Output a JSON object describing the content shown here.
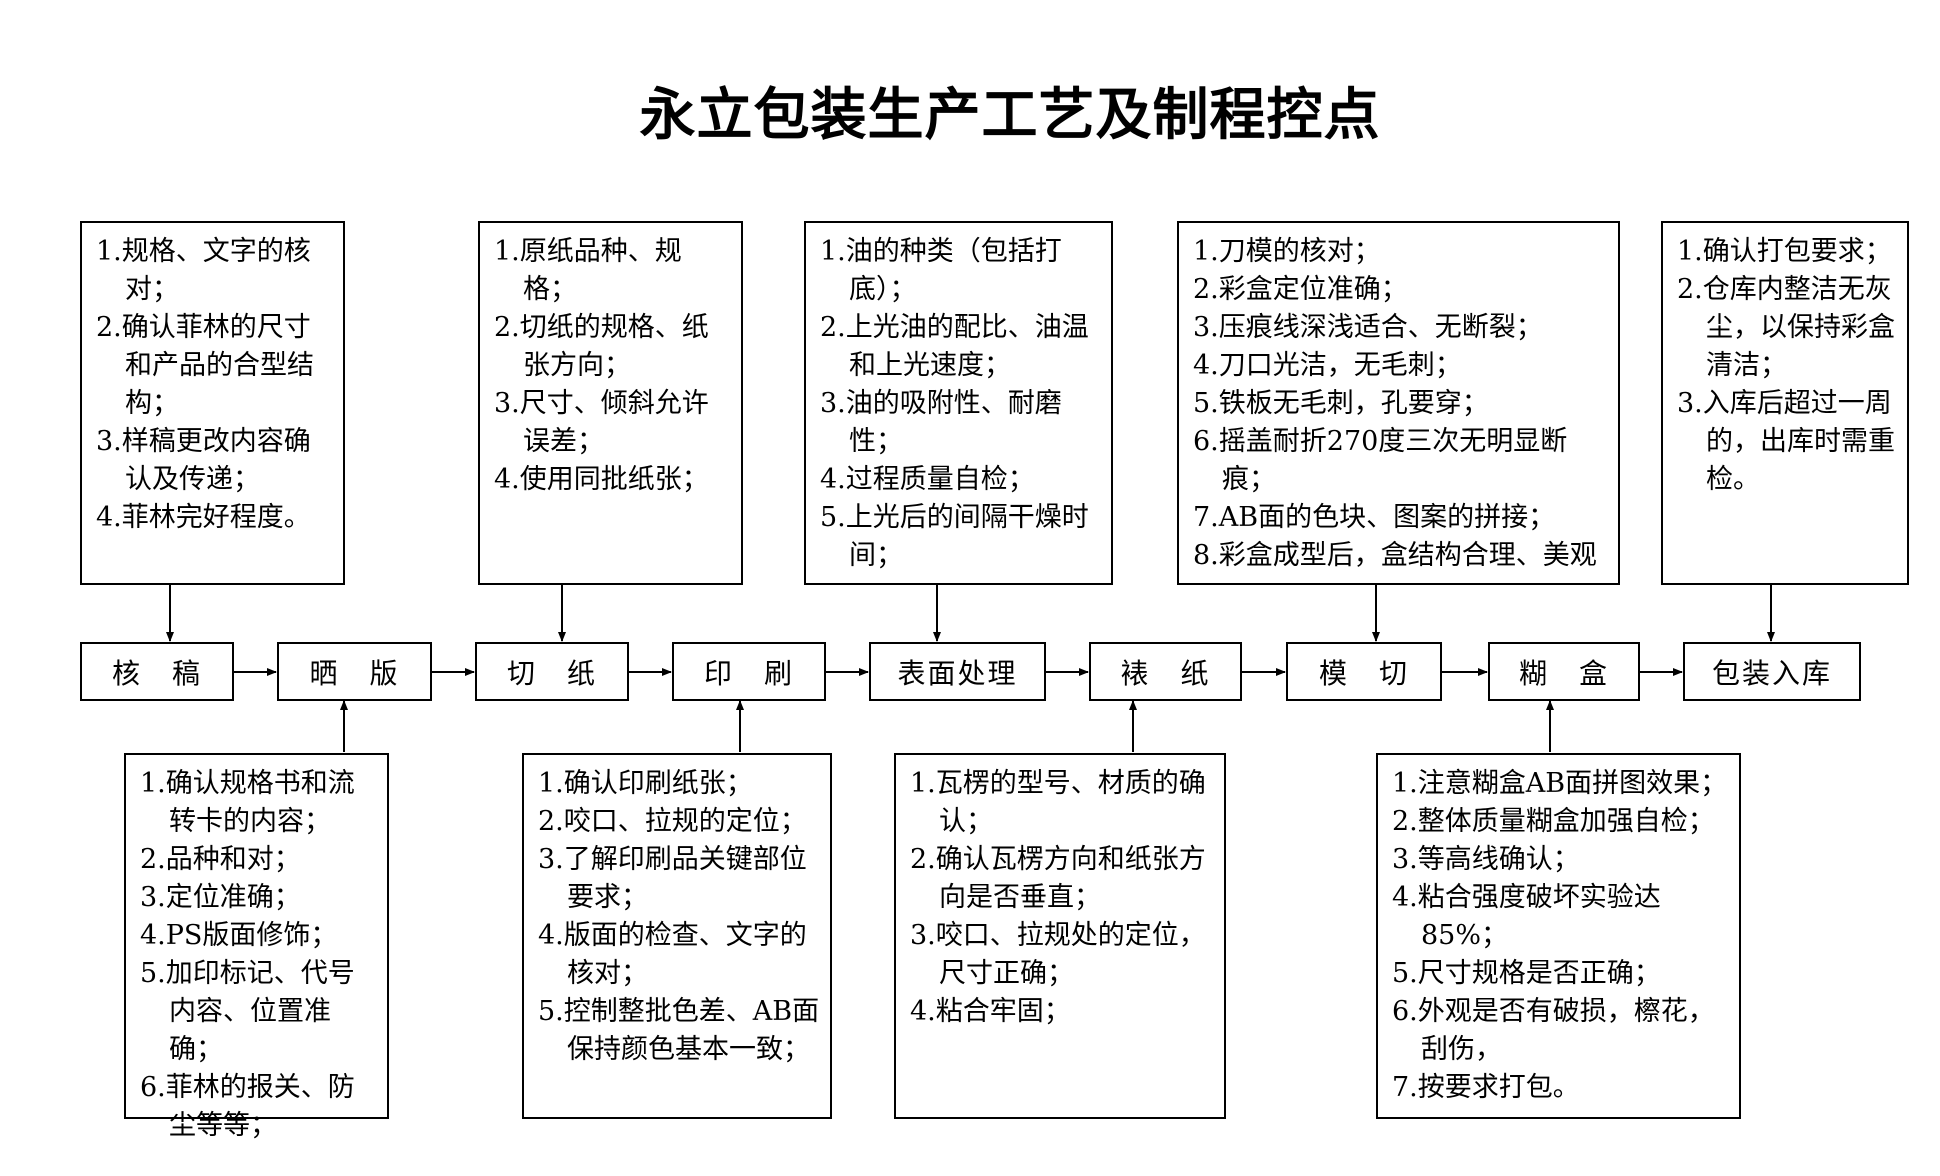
{
  "title": "永立包装生产工艺及制程控点",
  "steps": [
    "核　稿",
    "晒　版",
    "切　纸",
    "印　刷",
    "表面处理",
    "裱　纸",
    "模　切",
    "糊　盒",
    "包装入库"
  ],
  "top_notes": [
    {
      "step": "核　稿",
      "items": [
        "1.规格、文字的核对；",
        "2.确认菲林的尺寸和产品的合型结构；",
        "3.样稿更改内容确认及传递；",
        "4.菲林完好程度。"
      ]
    },
    {
      "step": "切　纸",
      "items": [
        "1.原纸品种、规格；",
        "2.切纸的规格、纸张方向；",
        "3.尺寸、倾斜允许误差；",
        "4.使用同批纸张；"
      ]
    },
    {
      "step": "表面处理",
      "items": [
        "1.油的种类（包括打底）；",
        "2.上光油的配比、油温和上光速度；",
        "3.油的吸附性、耐磨性；",
        "4.过程质量自检；",
        "5.上光后的间隔干燥时间；"
      ]
    },
    {
      "step": "模　切",
      "items": [
        "1.刀模的核对；",
        "2.彩盒定位准确；",
        "3.压痕线深浅适合、无断裂；",
        "4.刀口光洁，无毛刺；",
        "5.铁板无毛刺，孔要穿；",
        "6.摇盖耐折270度三次无明显断痕；",
        "7.AB面的色块、图案的拼接；",
        "8.彩盒成型后，盒结构合理、美观"
      ]
    },
    {
      "step": "包装入库",
      "items": [
        "1.确认打包要求；",
        "2.仓库内整洁无灰尘，以保持彩盒清洁；",
        "3.入库后超过一周的，出库时需重检。"
      ]
    }
  ],
  "bottom_notes": [
    {
      "step": "晒　版",
      "items": [
        "1.确认规格书和流转卡的内容；",
        "2.品种和对；",
        "3.定位准确；",
        "4.PS版面修饰；",
        "5.加印标记、代号内容、位置准确；",
        "6.菲林的报关、防尘等等；"
      ]
    },
    {
      "step": "印　刷",
      "items": [
        "1.确认印刷纸张；",
        "2.咬口、拉规的定位；",
        "3.了解印刷品关键部位要求；",
        "4.版面的检查、文字的核对；",
        "5.控制整批色差、AB面保持颜色基本一致；"
      ]
    },
    {
      "step": "裱　纸",
      "items": [
        "1.瓦楞的型号、材质的确认；",
        "2.确认瓦楞方向和纸张方向是否垂直；",
        "3.咬口、拉规处的定位，尺寸正确；",
        "4.粘合牢固；"
      ]
    },
    {
      "step": "糊　盒",
      "items": [
        "1.注意糊盒AB面拼图效果；",
        "2.整体质量糊盒加强自检；",
        "3.等高线确认；",
        "4.粘合强度破坏实验达85%；",
        "5.尺寸规格是否正确；",
        "6.外观是否有破损，檫花，刮伤，",
        "7.按要求打包。"
      ]
    }
  ]
}
